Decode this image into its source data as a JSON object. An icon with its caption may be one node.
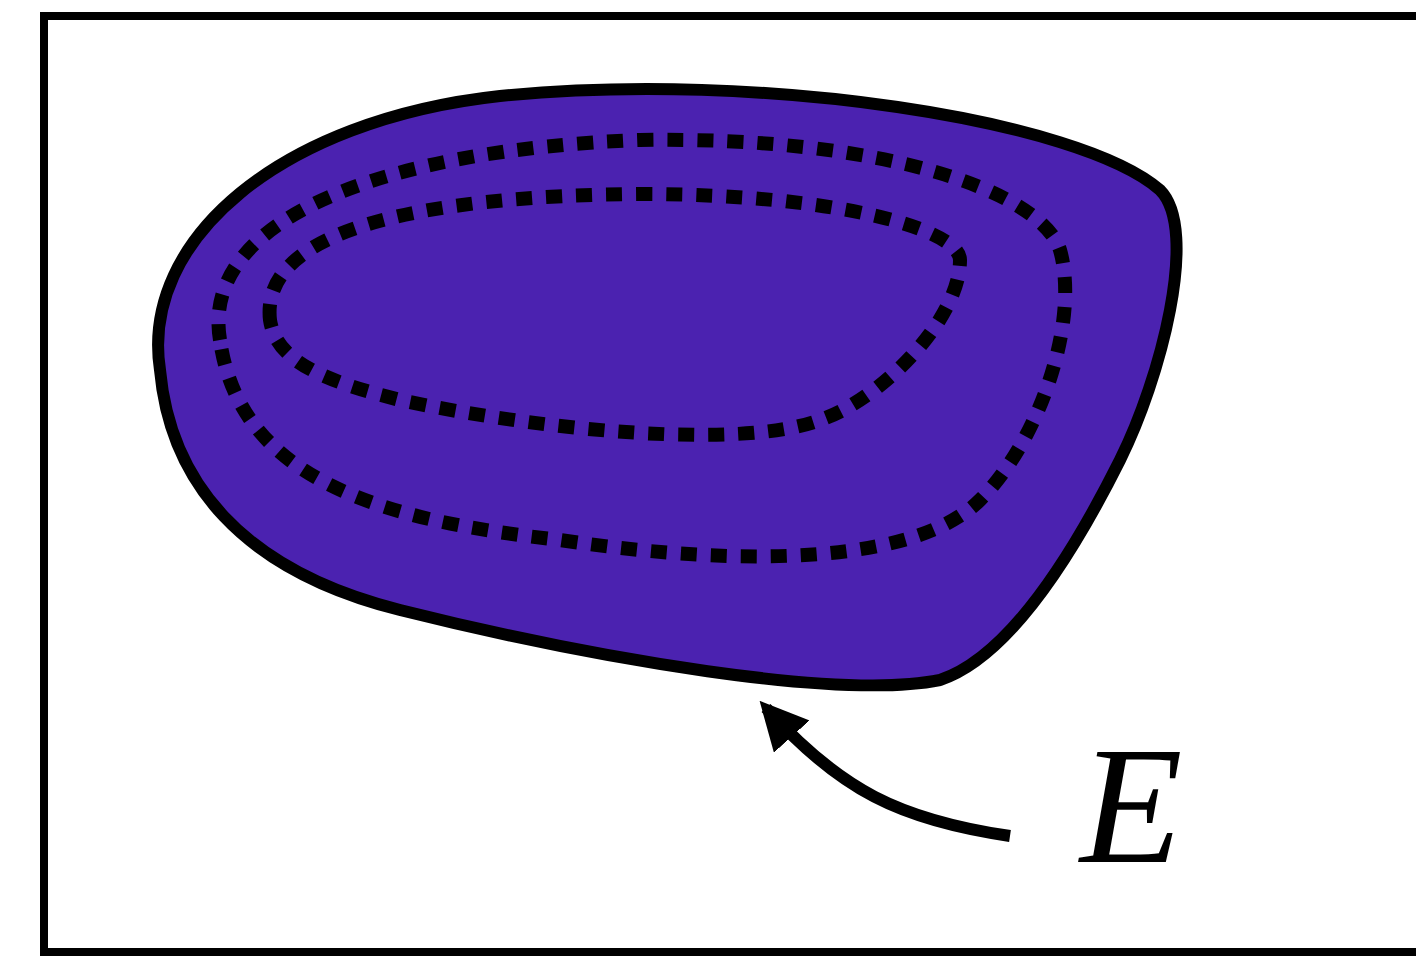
{
  "diagram": {
    "nodes": [
      {
        "text": [
          "E"
        ]
      },
      {
        "text": [],
        "shape": "blob"
      }
    ],
    "edges": [
      {
        "from": 0,
        "to": 1,
        "arrow": "to"
      }
    ]
  }
}
